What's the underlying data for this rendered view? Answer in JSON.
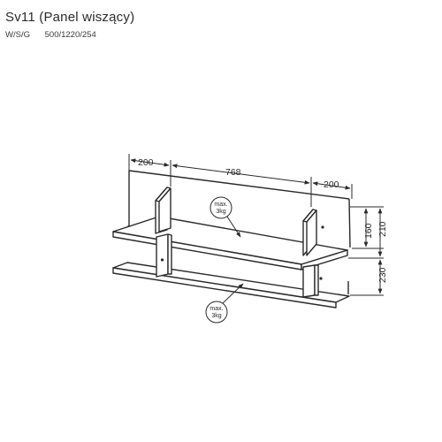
{
  "header": {
    "title": "Sv11 (Panel wiszący)",
    "spec_label": "W/S/G",
    "spec_value": "500/1220/254"
  },
  "dimensions": {
    "left_width": "200",
    "middle_width": "768",
    "right_width": "200",
    "upper_gap": "160",
    "upper_height": "210",
    "lower_height": "230"
  },
  "load_labels": {
    "upper": [
      "max.",
      "3kg"
    ],
    "lower": [
      "max.",
      "3kg"
    ]
  }
}
